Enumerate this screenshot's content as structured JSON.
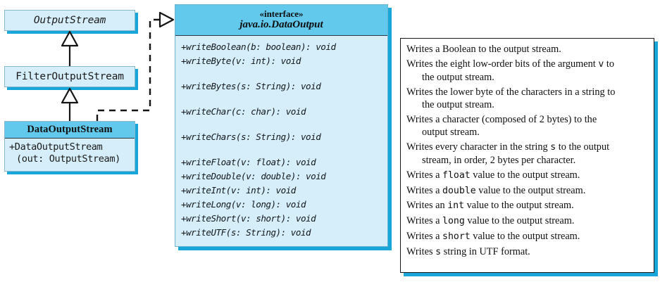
{
  "diagram": {
    "title": "java.io.DataOutput interface and DataOutputStream class diagram",
    "colors": {
      "box_fill": "#d6eefa",
      "header_fill": "#62c9ec",
      "shadow": "#18a6d8",
      "border": "#14161a",
      "text": "#0f0f11"
    }
  },
  "hierarchy": {
    "classes": [
      {
        "name": "OutputStream",
        "abstract": true
      },
      {
        "name": "FilterOutputStream",
        "abstract": false
      }
    ],
    "concrete_class": {
      "name": "DataOutputStream",
      "constructor_line1": "+DataOutputStream",
      "constructor_line2": "(out: OutputStream)"
    },
    "relations": [
      {
        "type": "generalization",
        "from": "FilterOutputStream",
        "to": "OutputStream"
      },
      {
        "type": "generalization",
        "from": "DataOutputStream",
        "to": "FilterOutputStream"
      },
      {
        "type": "realization",
        "from": "DataOutputStream",
        "to": "java.io.DataOutput"
      }
    ]
  },
  "interface": {
    "stereotype": "«interface»",
    "name": "java.io.DataOutput",
    "methods": [
      "+writeBoolean(b: boolean): void",
      "+writeByte(v: int): void",
      "+writeBytes(s: String): void",
      "+writeChar(c: char): void",
      "+writeChars(s: String): void",
      "+writeFloat(v: float): void",
      "+writeDouble(v: double): void",
      "+writeInt(v: int): void",
      "+writeLong(v: long): void",
      "+writeShort(v: short): void",
      "+writeUTF(s: String): void"
    ]
  },
  "descriptions": [
    {
      "text": "Writes a Boolean to the output stream.",
      "continuation": ""
    },
    {
      "text": "Writes the eight low-order bits of the argument v to",
      "continuation": "the output stream.",
      "mono_token": "v"
    },
    {
      "text": "Writes the lower byte of the characters in a string to",
      "continuation": "the output stream."
    },
    {
      "text": "Writes a character (composed of 2 bytes) to the",
      "continuation": "output stream."
    },
    {
      "text": "Writes every character in the string s to the output",
      "continuation": "stream, in order, 2 bytes per character.",
      "mono_token": "s"
    },
    {
      "text": "Writes a float value to the output stream.",
      "continuation": "",
      "mono_token": "float"
    },
    {
      "text": "Writes a double value to the output stream.",
      "continuation": "",
      "mono_token": "double"
    },
    {
      "text": "Writes an int value to the output stream.",
      "continuation": "",
      "mono_token": "int"
    },
    {
      "text": "Writes a long value to the output stream.",
      "continuation": "",
      "mono_token": "long"
    },
    {
      "text": "Writes a short value to the output stream.",
      "continuation": "",
      "mono_token": "short"
    },
    {
      "text": "Writes s string in UTF format.",
      "continuation": "",
      "mono_token": "s"
    }
  ]
}
